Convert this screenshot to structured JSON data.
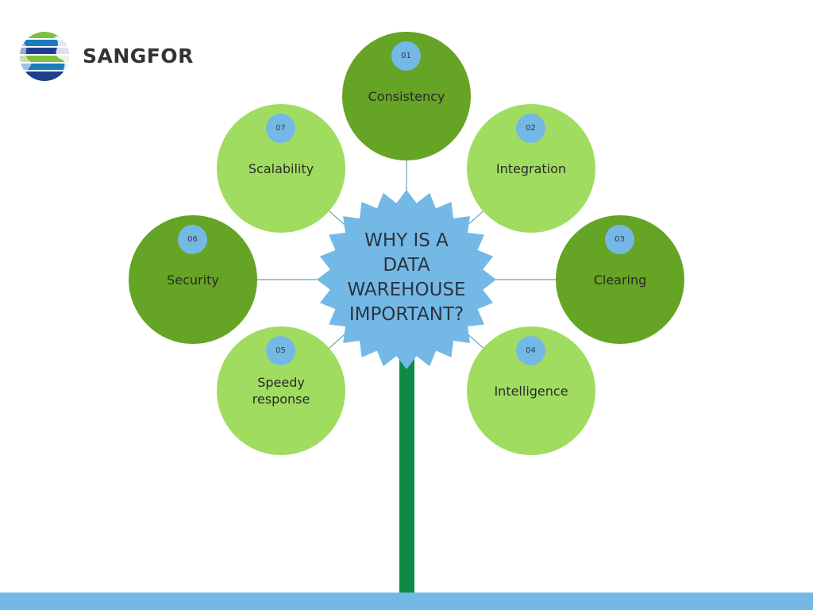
{
  "brand": {
    "name": "SANGFOR",
    "logo_colors": [
      "#1a7bbd",
      "#7dc143",
      "#1e3f8f"
    ]
  },
  "center": {
    "title": "WHY IS A\nDATA\nWAREHOUSE\nIMPORTANT?",
    "color": "#74b9e6"
  },
  "colors": {
    "dark_green": "#65a424",
    "light_green": "#a0dc60",
    "number_badge": "#74b9e6",
    "stem": "#0e8a45",
    "ground": "#74b9e6",
    "connector": "#6aa3b8"
  },
  "nodes": [
    {
      "number": "01",
      "label": "Consistency",
      "shade": "dark"
    },
    {
      "number": "02",
      "label": "Integration",
      "shade": "light"
    },
    {
      "number": "03",
      "label": "Clearing",
      "shade": "dark"
    },
    {
      "number": "04",
      "label": "Intelligence",
      "shade": "light"
    },
    {
      "number": "05",
      "label": "Speedy\nresponse",
      "shade": "light"
    },
    {
      "number": "06",
      "label": "Security",
      "shade": "dark"
    },
    {
      "number": "07",
      "label": "Scalability",
      "shade": "light"
    }
  ]
}
